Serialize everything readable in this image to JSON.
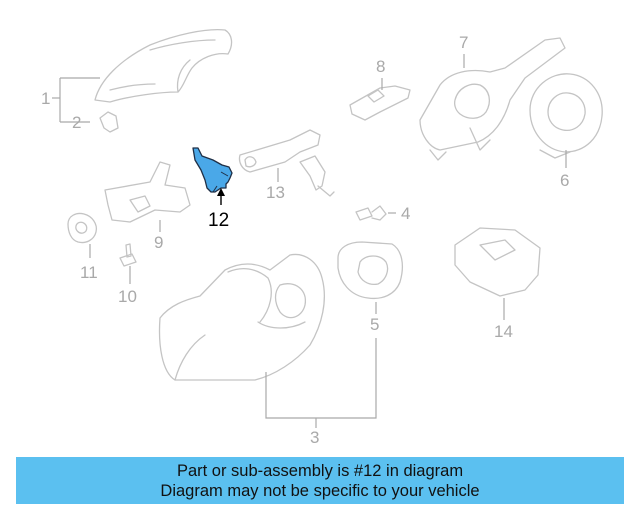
{
  "diagram": {
    "highlight_color": "#4aa8e8",
    "callouts": [
      {
        "id": "1",
        "label": "1"
      },
      {
        "id": "2",
        "label": "2"
      },
      {
        "id": "3",
        "label": "3"
      },
      {
        "id": "4",
        "label": "4"
      },
      {
        "id": "5",
        "label": "5"
      },
      {
        "id": "6",
        "label": "6"
      },
      {
        "id": "7",
        "label": "7"
      },
      {
        "id": "8",
        "label": "8"
      },
      {
        "id": "9",
        "label": "9"
      },
      {
        "id": "10",
        "label": "10"
      },
      {
        "id": "11",
        "label": "11"
      },
      {
        "id": "12",
        "label": "12"
      },
      {
        "id": "13",
        "label": "13"
      },
      {
        "id": "14",
        "label": "14"
      }
    ],
    "highlighted_part": "12"
  },
  "banner": {
    "background": "#5bc0f0",
    "line1": "Part or sub-assembly is #12 in diagram",
    "line2": "Diagram may not be specific to your vehicle"
  }
}
